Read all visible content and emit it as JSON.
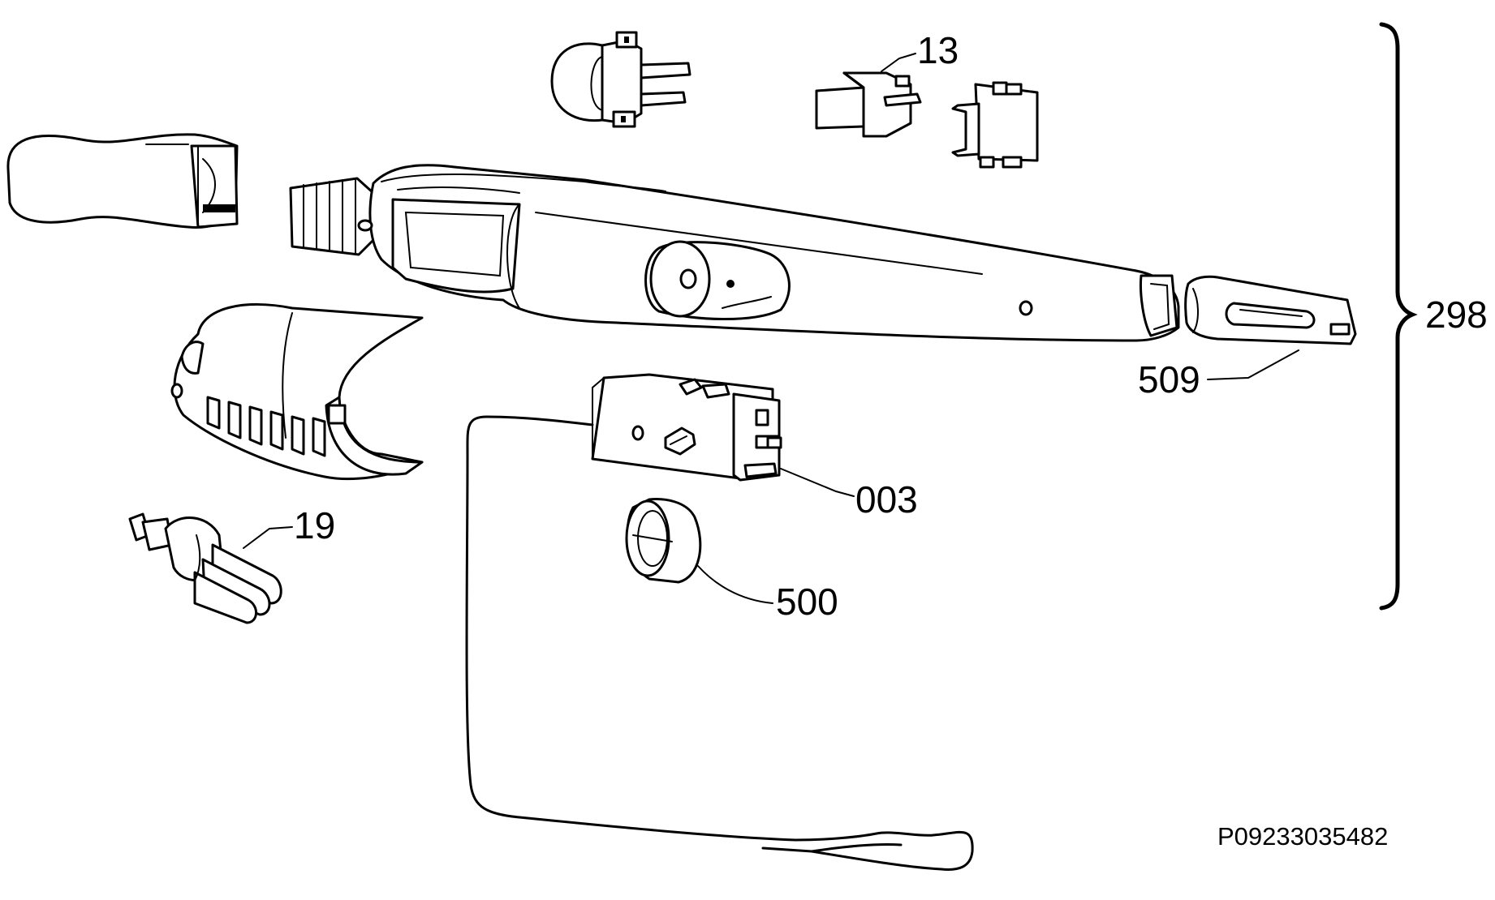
{
  "diagram": {
    "callouts": {
      "part_13": "13",
      "part_19": "19",
      "part_298": "298",
      "part_509": "509",
      "part_003": "003",
      "part_500": "500"
    },
    "reference_code": "P09233035482"
  },
  "colors": {
    "line": "#000000",
    "background": "#ffffff"
  }
}
